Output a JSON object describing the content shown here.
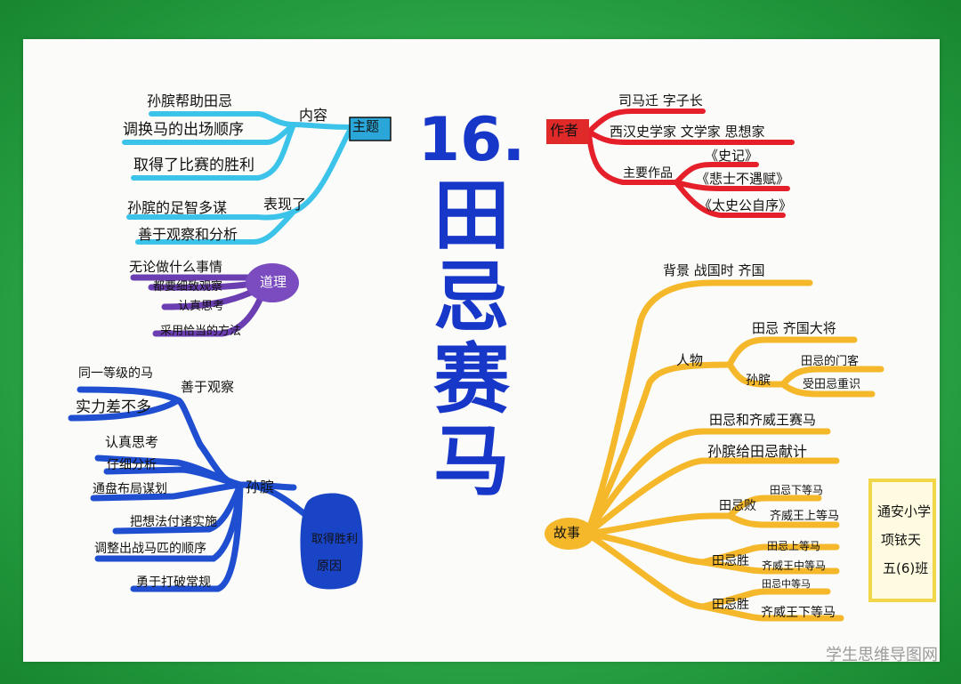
{
  "title": {
    "number": "16.",
    "chars": [
      "田",
      "忌",
      "赛",
      "马"
    ]
  },
  "theme": {
    "center": "主题",
    "branch_content": "内容",
    "content_items": [
      "孙膑帮助田忌",
      "调换马的出场顺序",
      "取得了比赛的胜利"
    ],
    "branch_show": "表现了",
    "show_items": [
      "孙膑的足智多谋",
      "善于观察和分析"
    ]
  },
  "principle": {
    "center": "道理",
    "items": [
      "无论做什么事情",
      "都要细致观察",
      "认真思考",
      "采用恰当的方法"
    ]
  },
  "author": {
    "center": "作者",
    "line1": "司马迁   字子长",
    "line2": "西汉史学家 文学家 思想家",
    "works_label": "主要作品",
    "works": [
      "《史记》",
      "《悲士不遇赋》",
      "《太史公自序》"
    ]
  },
  "win_reason": {
    "center_line1": "取得胜利",
    "center_line2": "原因",
    "sub_center": "孙膑",
    "branch_observe": "善于观察",
    "observe_items": [
      "同一等级的马",
      "实力差不多"
    ],
    "think_items": [
      "认真思考",
      "仔细分析",
      "通盘布局谋划"
    ],
    "act_items": [
      "把想法付诸实施",
      "调整出战马匹的顺序",
      "勇于打破常规"
    ]
  },
  "story": {
    "center": "故事",
    "background": "背景   战国时  齐国",
    "people_label": "人物",
    "tianji": "田忌  齐国大将",
    "sunbin": "孙膑",
    "sunbin_items": [
      "田忌的门客",
      "受田忌重识"
    ],
    "race1": "田忌和齐威王赛马",
    "race2": "孙膑给田忌献计",
    "lose_label": "田忌败",
    "lose_items": [
      "田忌下等马",
      "齐威王上等马"
    ],
    "win1_label": "田忌胜",
    "win1_items": [
      "田忌上等马",
      "齐威王中等马"
    ],
    "win2_label": "田忌胜",
    "win2_items": [
      "田忌中等马",
      "齐威王下等马"
    ]
  },
  "signature": {
    "line1": "通安小学",
    "line2": "项铱天",
    "line3": "五(6)班"
  },
  "watermark": "学生思维导图网",
  "colors": {
    "green": "#2fb34a",
    "blue_title": "#1737c9",
    "cyan": "#3cc3ea",
    "purple": "#6b3fb1",
    "dark_blue": "#1f4fd0",
    "red": "#e5202a",
    "yellow": "#f5b82a"
  }
}
